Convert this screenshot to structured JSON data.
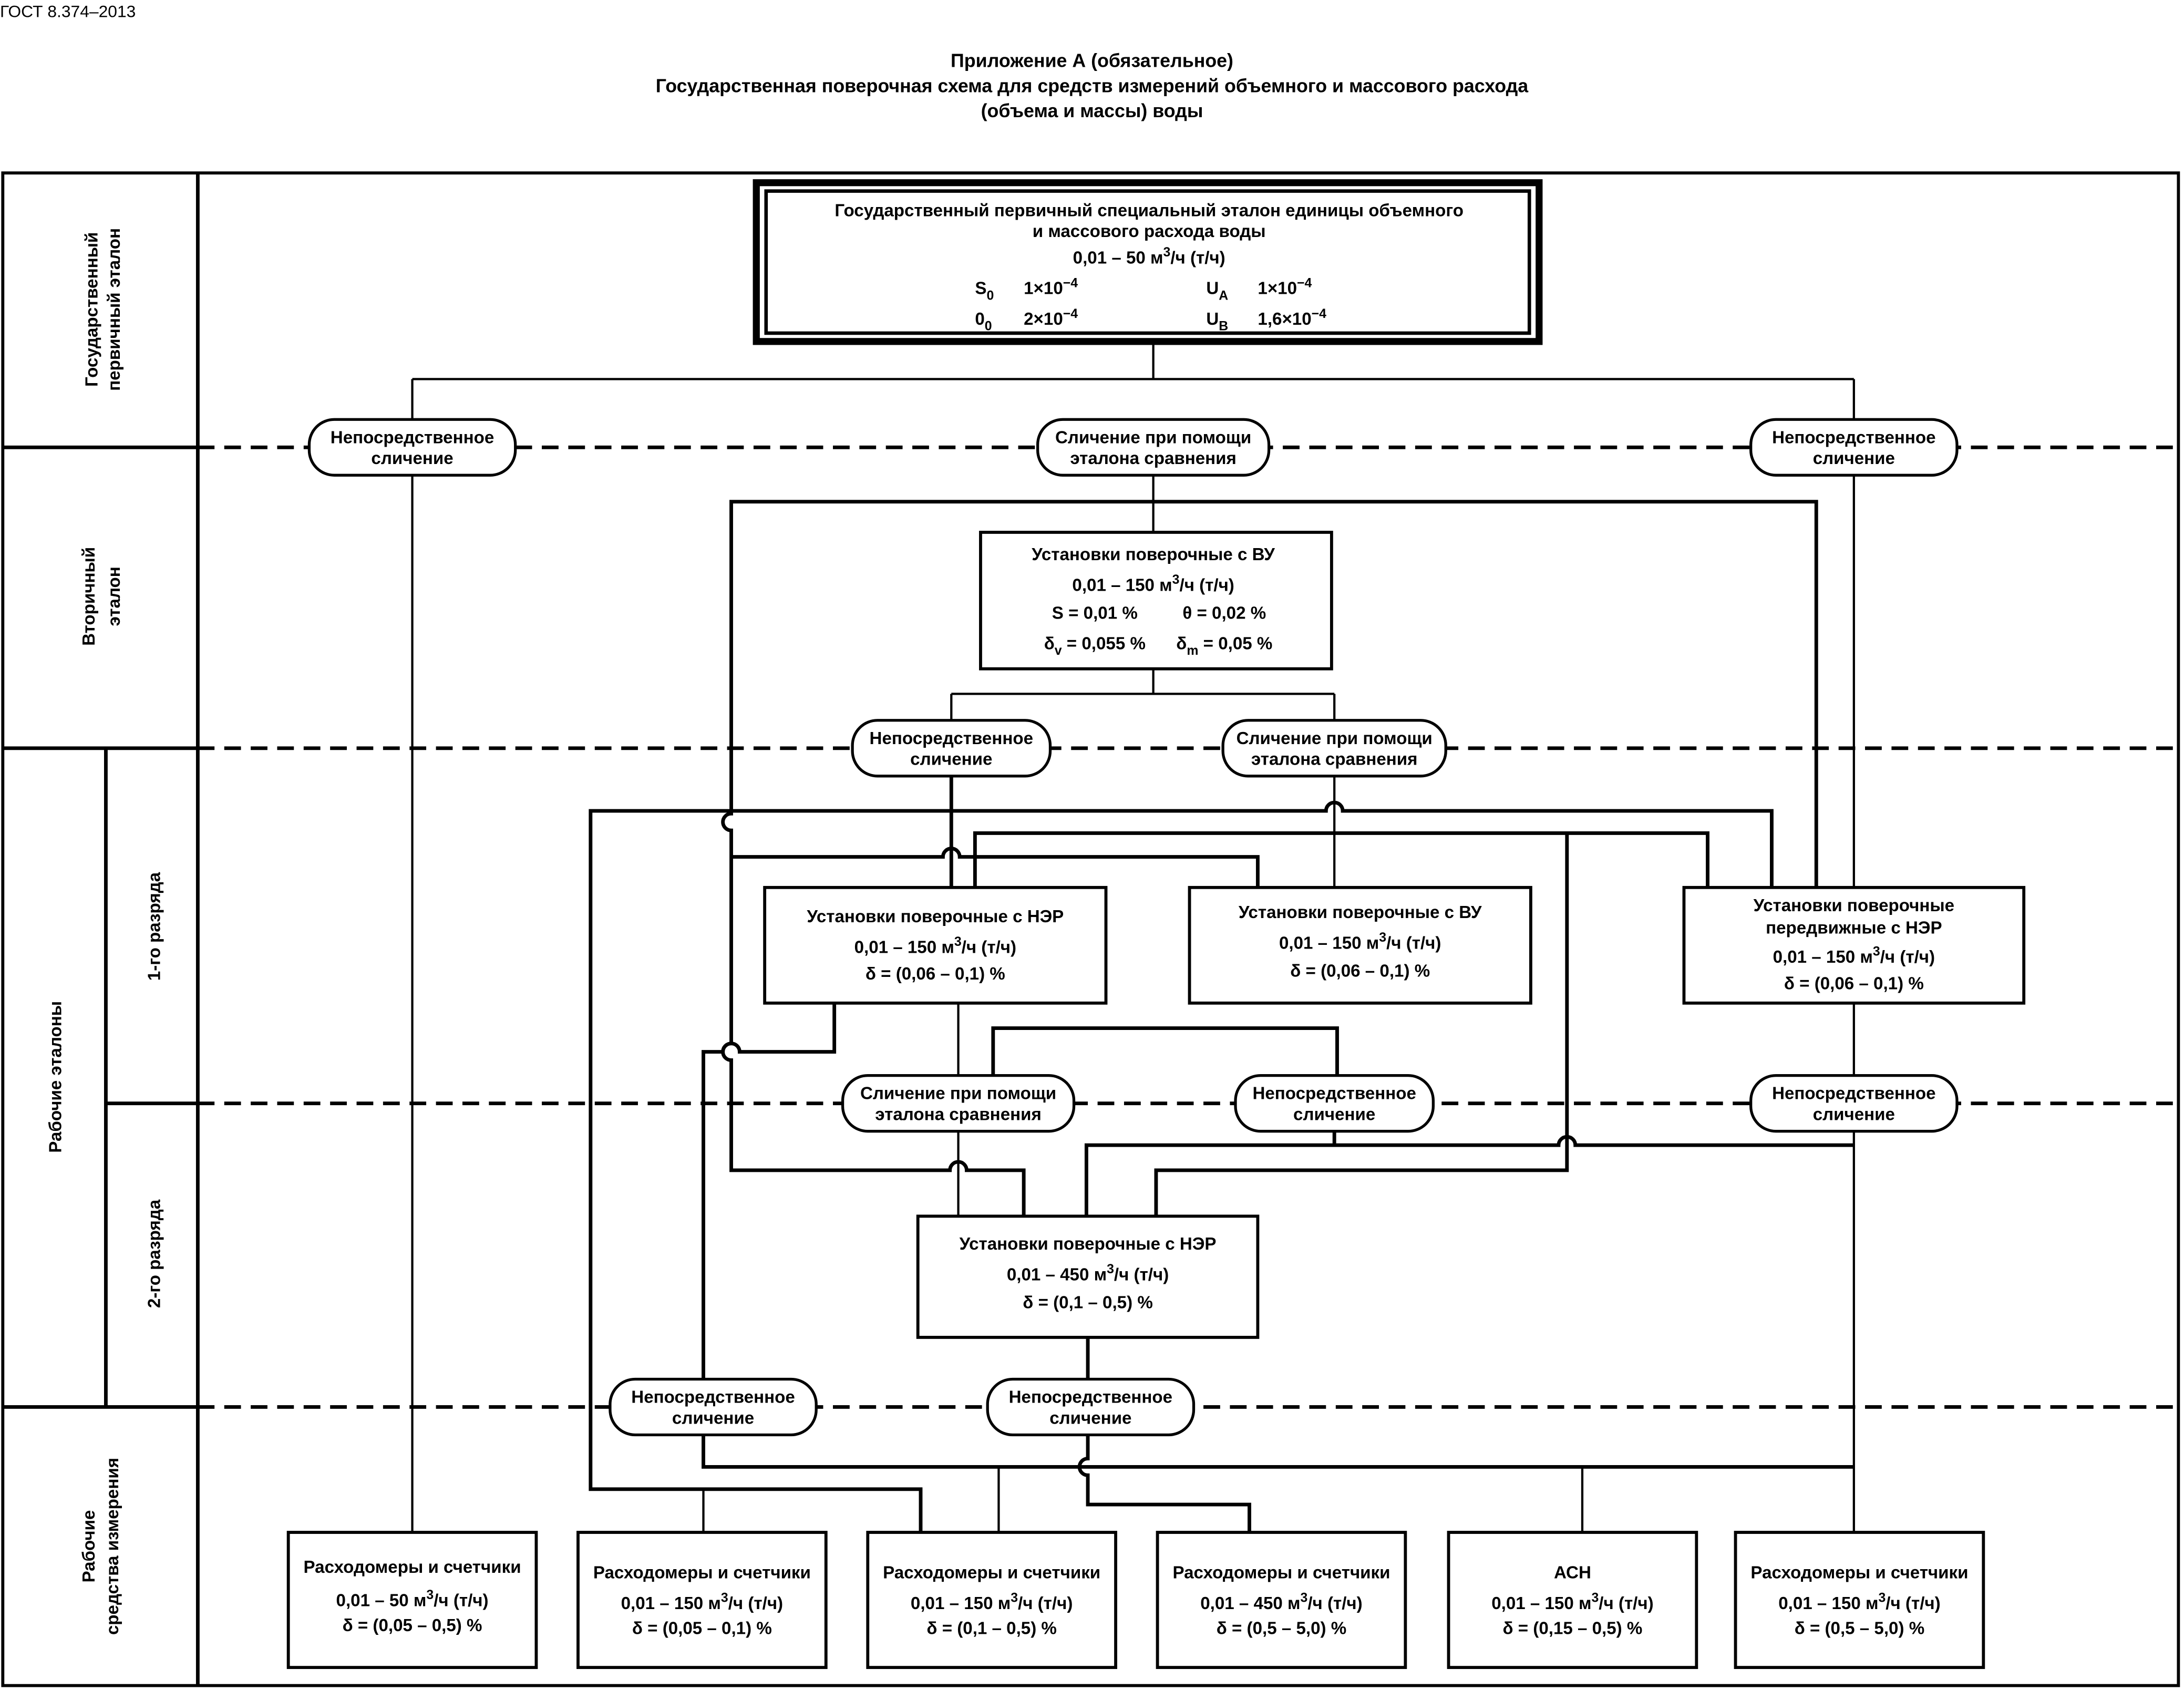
{
  "header": {
    "doc_code": "ГОСТ 8.374–2013",
    "title": [
      "Приложение А (обязательное)",
      "Государственная поверочная схема для средств измерений объемного и массового расхода",
      "(объема и массы) воды"
    ]
  },
  "row_labels": [
    {
      "lines": [
        "Государственный",
        "первичный эталон"
      ]
    },
    {
      "lines": [
        "Вторичный",
        "эталон"
      ]
    },
    {
      "lines": [
        "Рабочие эталоны"
      ]
    },
    {
      "lines": [
        "1-го разряда"
      ]
    },
    {
      "lines": [
        "2-го разряда"
      ]
    },
    {
      "lines": [
        "Рабочие",
        "средства измерения"
      ]
    }
  ],
  "top_box": {
    "lines": [
      [
        {
          "t": "Государственный первичный специальный эталон единицы объемного"
        }
      ],
      [
        {
          "t": "и массового расхода воды"
        }
      ],
      [
        {
          "t": "0,01 – 50 м"
        },
        {
          "sup": "3"
        },
        {
          "t": "/ч (т/ч)"
        }
      ]
    ],
    "params": [
      [
        {
          "t": "S"
        },
        {
          "sub": "0"
        }
      ],
      [
        {
          "t": "1×10"
        },
        {
          "sup": "−4"
        }
      ],
      [
        {
          "t": "U"
        },
        {
          "sub": "A"
        }
      ],
      [
        {
          "t": "1×10"
        },
        {
          "sup": "−4"
        }
      ],
      [
        {
          "t": "0"
        },
        {
          "sub": "0"
        }
      ],
      [
        {
          "t": "2×10"
        },
        {
          "sup": "−4"
        }
      ],
      [
        {
          "t": "U"
        },
        {
          "sub": "B"
        }
      ],
      [
        {
          "t": "1,6×10"
        },
        {
          "sup": "−4"
        }
      ]
    ]
  },
  "secondary_box": {
    "lines": [
      [
        {
          "t": "Установки поверочные с ВУ"
        }
      ],
      [
        {
          "t": "0,01 – 150 м"
        },
        {
          "sup": "3"
        },
        {
          "t": "/ч (т/ч)"
        }
      ]
    ],
    "params": [
      [
        {
          "t": "S = 0,01 %"
        }
      ],
      [
        {
          "t": "θ = 0,02 %"
        }
      ],
      [
        {
          "t": "δ"
        },
        {
          "sub": "v"
        },
        {
          "t": " = 0,055 %"
        }
      ],
      [
        {
          "t": "δ"
        },
        {
          "sub": "m"
        },
        {
          "t": " = 0,05 %"
        }
      ]
    ]
  },
  "boxes": [
    {
      "lines": [
        [
          {
            "t": "Установки поверочные с НЭР"
          }
        ],
        [
          {
            "t": "0,01 – 150 м"
          },
          {
            "sup": "3"
          },
          {
            "t": "/ч (т/ч)"
          }
        ],
        [
          {
            "t": "δ = (0,06 – 0,1) %"
          }
        ]
      ]
    },
    {
      "lines": [
        [
          {
            "t": "Установки поверочные с ВУ"
          }
        ],
        [
          {
            "t": "0,01 – 150 м"
          },
          {
            "sup": "3"
          },
          {
            "t": "/ч (т/ч)"
          }
        ],
        [
          {
            "t": "δ = (0,06 – 0,1) %"
          }
        ]
      ]
    },
    {
      "lines": [
        [
          {
            "t": "Установки поверочные"
          }
        ],
        [
          {
            "t": "передвижные с НЭР"
          }
        ],
        [
          {
            "t": "0,01 – 150 м"
          },
          {
            "sup": "3"
          },
          {
            "t": "/ч (т/ч)"
          }
        ],
        [
          {
            "t": "δ = (0,06 – 0,1) %"
          }
        ]
      ]
    },
    {
      "lines": [
        [
          {
            "t": "Установки поверочные с НЭР"
          }
        ],
        [
          {
            "t": "0,01 – 450 м"
          },
          {
            "sup": "3"
          },
          {
            "t": "/ч (т/ч)"
          }
        ],
        [
          {
            "t": "δ = (0,1 – 0,5) %"
          }
        ]
      ]
    },
    {
      "lines": [
        [
          {
            "t": "Расходомеры и счетчики"
          }
        ],
        [
          {
            "t": "0,01 – 50 м"
          },
          {
            "sup": "3"
          },
          {
            "t": "/ч (т/ч)"
          }
        ],
        [
          {
            "t": "δ = (0,05 – 0,5) %"
          }
        ]
      ]
    },
    {
      "lines": [
        [
          {
            "t": "Расходомеры и счетчики"
          }
        ],
        [
          {
            "t": "0,01 – 150 м"
          },
          {
            "sup": "3"
          },
          {
            "t": "/ч (т/ч)"
          }
        ],
        [
          {
            "t": "δ = (0,05 – 0,1) %"
          }
        ]
      ]
    },
    {
      "lines": [
        [
          {
            "t": "Расходомеры и счетчики"
          }
        ],
        [
          {
            "t": "0,01 – 150 м"
          },
          {
            "sup": "3"
          },
          {
            "t": "/ч (т/ч)"
          }
        ],
        [
          {
            "t": "δ = (0,1 – 0,5) %"
          }
        ]
      ]
    },
    {
      "lines": [
        [
          {
            "t": "Расходомеры и счетчики"
          }
        ],
        [
          {
            "t": "0,01 – 450 м"
          },
          {
            "sup": "3"
          },
          {
            "t": "/ч (т/ч)"
          }
        ],
        [
          {
            "t": "δ = (0,5 – 5,0) %"
          }
        ]
      ]
    },
    {
      "lines": [
        [
          {
            "t": "АСН"
          }
        ],
        [
          {
            "t": "0,01 – 150 м"
          },
          {
            "sup": "3"
          },
          {
            "t": "/ч (т/ч)"
          }
        ],
        [
          {
            "t": "δ = (0,15 – 0,5) %"
          }
        ]
      ]
    },
    {
      "lines": [
        [
          {
            "t": "Расходомеры и счетчики"
          }
        ],
        [
          {
            "t": "0,01 – 150 м"
          },
          {
            "sup": "3"
          },
          {
            "t": "/ч (т/ч)"
          }
        ],
        [
          {
            "t": "δ = (0,5 – 5,0) %"
          }
        ]
      ]
    }
  ],
  "pills": [
    {
      "lines": [
        "Непосредственное",
        "сличение"
      ]
    },
    {
      "lines": [
        "Сличение при помощи",
        "эталона сравнения"
      ]
    },
    {
      "lines": [
        "Непосредственное",
        "сличение"
      ]
    },
    {
      "lines": [
        "Непосредственное",
        "сличение"
      ]
    },
    {
      "lines": [
        "Сличение при помощи",
        "эталона сравнения"
      ]
    },
    {
      "lines": [
        "Сличение при помощи",
        "эталона сравнения"
      ]
    },
    {
      "lines": [
        "Непосредственное",
        "сличение"
      ]
    },
    {
      "lines": [
        "Непосредственное",
        "сличение"
      ]
    },
    {
      "lines": [
        "Непосредственное",
        "сличение"
      ]
    },
    {
      "lines": [
        "Непосредственное",
        "сличение"
      ]
    }
  ]
}
